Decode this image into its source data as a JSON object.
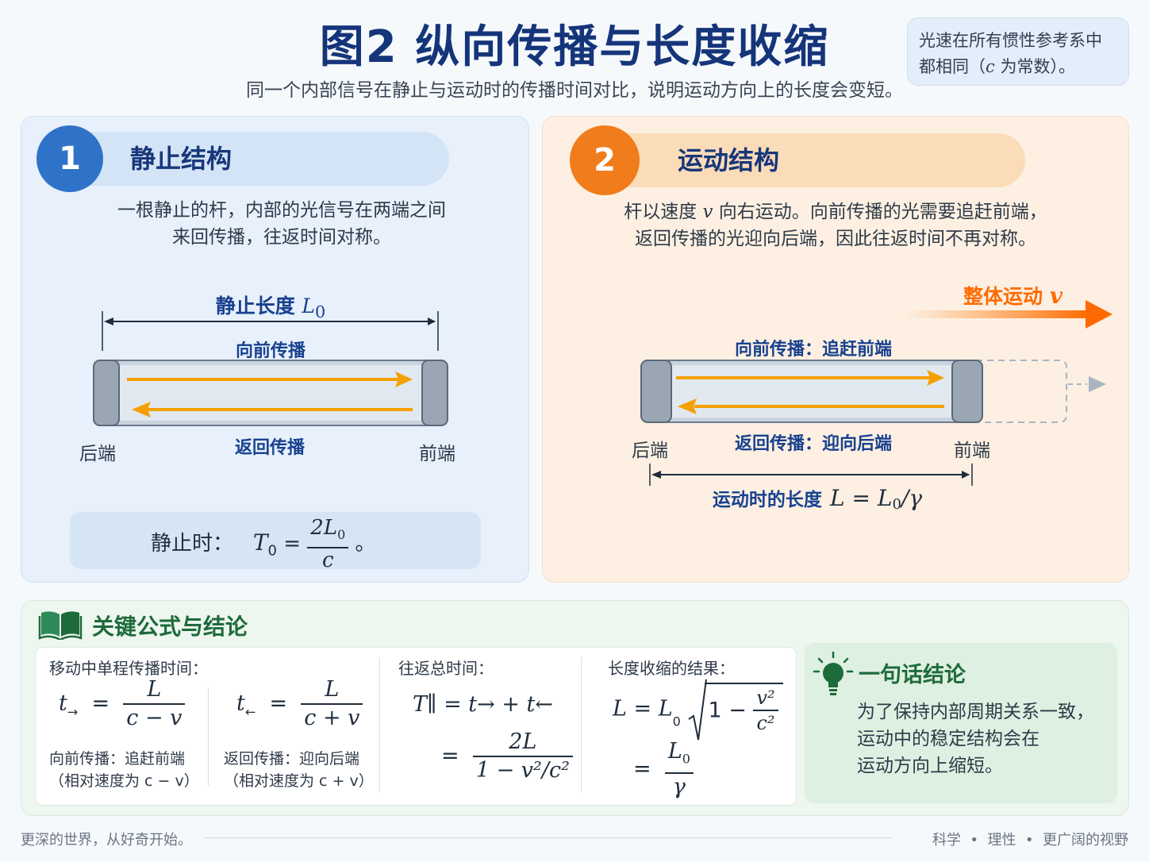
{
  "header": {
    "title": "图2  纵向传播与长度收缩",
    "subtitle": "同一个内部信号在静止与运动时的传播时间对比，说明运动方向上的长度会变短。",
    "note_line1": "光速在所有惯性参考系中",
    "note_line2_pre": "都相同（",
    "note_line2_var": "c",
    "note_line2_post": " 为常数）。"
  },
  "panel_rest": {
    "number": "1",
    "heading": "静止结构",
    "desc_line1": "一根静止的杆，内部的光信号在两端之间",
    "desc_line2": "来回传播，往返时间对称。",
    "length_label": "静止长度",
    "length_var": "L",
    "length_sub": "0",
    "forward_label": "向前传播",
    "back_label": "返回传播",
    "rear_label": "后端",
    "front_label": "前端",
    "formula_label": "静止时：",
    "formula_lhs": "T",
    "formula_lhs_sub": "0",
    "formula_eq": "=",
    "formula_num": "2L",
    "formula_num_sub": "0",
    "formula_den": "c",
    "formula_end": "。"
  },
  "panel_moving": {
    "number": "2",
    "heading": "运动结构",
    "desc_line1_pre": "杆以速度 ",
    "desc_var": "v",
    "desc_line1_post": " 向右运动。向前传播的光需要追赶前端，",
    "desc_line2": "返回传播的光迎向后端，因此往返时间不再对称。",
    "motion_label": "整体运动",
    "motion_var": "v",
    "forward_label": "向前传播：追赶前端",
    "back_label": "返回传播：迎向后端",
    "rear_label": "后端",
    "front_label": "前端",
    "length_label": "运动时的长度",
    "length_formula": "L = L",
    "length_formula_sub": "0",
    "length_formula_end": "/γ"
  },
  "bottom": {
    "heading": "关键公式与结论",
    "col1_title": "移动中单程传播时间：",
    "t_fwd_lhs": "t",
    "t_fwd_arrow": "→",
    "t_fwd_num": "L",
    "t_fwd_den": "c − v",
    "t_fwd_note1": "向前传播：追赶前端",
    "t_fwd_note2": "（相对速度为 c − v）",
    "t_back_lhs": "t",
    "t_back_arrow": "←",
    "t_back_num": "L",
    "t_back_den": "c + v",
    "t_back_note1": "返回传播：迎向后端",
    "t_back_note2": "（相对速度为 c + v）",
    "col2_title": "往返总时间：",
    "total_line1": "T∥ = t→ + t←",
    "total_num": "2L",
    "total_den": "1 − v²/c²",
    "col3_title": "长度收缩的结果：",
    "contract_lhs": "L = L",
    "contract_sub": "0",
    "contract_rad_num": "v²",
    "contract_rad_den": "c²",
    "contract_num": "L",
    "contract_num_sub": "0",
    "contract_den": "γ",
    "conclusion_title": "一句话结论",
    "conclusion_line1": "为了保持内部周期关系一致，",
    "conclusion_line2": "运动中的稳定结构会在",
    "conclusion_line3": "运动方向上缩短。"
  },
  "footer": {
    "left": "更深的世界，从好奇开始。",
    "right": "科学  •  理性  •  更广阔的视野"
  },
  "colors": {
    "title_blue": "#15357a",
    "badge_blue": "#2f73c9",
    "badge_orange": "#f07c1c",
    "motion_orange": "#ff6a00",
    "green_heading": "#1e6b3a"
  }
}
